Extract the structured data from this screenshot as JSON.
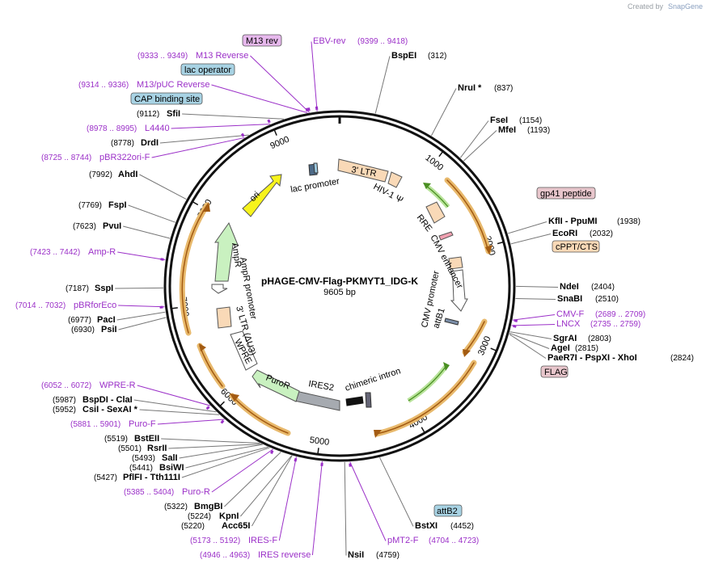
{
  "brand": {
    "created_by": "Created by",
    "name": "SnapGene"
  },
  "plasmid": {
    "name": "pHAGE-CMV-Flag-PKMYT1_IDG-K",
    "size": "9605 bp",
    "length": 9605
  },
  "colors": {
    "backbone": "#111111",
    "primer": "#9b30c8",
    "orange_arrow": "#c87f1a",
    "green_arrow": "#5aa02c"
  },
  "ticks": [
    {
      "bp": 1000,
      "label": "1000"
    },
    {
      "bp": 2000,
      "label": "2000"
    },
    {
      "bp": 3000,
      "label": "3000"
    },
    {
      "bp": 4000,
      "label": "4000"
    },
    {
      "bp": 5000,
      "label": "5000"
    },
    {
      "bp": 6000,
      "label": "6000"
    },
    {
      "bp": 7000,
      "label": "7000"
    },
    {
      "bp": 8000,
      "label": "8000"
    },
    {
      "bp": 9000,
      "label": "9000"
    }
  ],
  "enzymes": [
    {
      "bp": 312,
      "name": "BspEI",
      "pos": "(312)",
      "side": "right"
    },
    {
      "bp": 837,
      "name": "NruI *",
      "pos": "(837)",
      "side": "right"
    },
    {
      "bp": 1154,
      "name": "FseI",
      "pos": "(1154)",
      "side": "right"
    },
    {
      "bp": 1193,
      "name": "MfeI",
      "pos": "(1193)",
      "side": "right"
    },
    {
      "bp": 1938,
      "name": "KflI   - PpuMI",
      "pos": "(1938)",
      "side": "right"
    },
    {
      "bp": 2032,
      "name": "EcoRI",
      "pos": "(2032)",
      "side": "right"
    },
    {
      "bp": 2404,
      "name": "NdeI",
      "pos": "(2404)",
      "side": "right"
    },
    {
      "bp": 2510,
      "name": "SnaBI",
      "pos": "(2510)",
      "side": "right"
    },
    {
      "bp": 2803,
      "name": "SgrAI",
      "pos": "(2803)",
      "side": "right"
    },
    {
      "bp": 2815,
      "name": "AgeI",
      "pos": "(2815)",
      "side": "right"
    },
    {
      "bp": 2824,
      "name": "PaeR7I   - PspXI   - XhoI",
      "pos": "(2824)",
      "side": "right"
    },
    {
      "bp": 4452,
      "name": "BstXI",
      "pos": "(4452)",
      "side": "right"
    },
    {
      "bp": 4759,
      "name": "NsiI",
      "pos": "(4759)",
      "side": "right"
    },
    {
      "bp": 5220,
      "name": "Acc65I",
      "pos": "(5220)",
      "side": "left"
    },
    {
      "bp": 5224,
      "name": "KpnI",
      "pos": "(5224)",
      "side": "left"
    },
    {
      "bp": 5322,
      "name": "BmgBI",
      "pos": "(5322)",
      "side": "left"
    },
    {
      "bp": 5427,
      "name": "PflFI   - Tth111I",
      "pos": "(5427)",
      "side": "left"
    },
    {
      "bp": 5441,
      "name": "BsiWI",
      "pos": "(5441)",
      "side": "left"
    },
    {
      "bp": 5493,
      "name": "SalI",
      "pos": "(5493)",
      "side": "left"
    },
    {
      "bp": 5501,
      "name": "RsrII",
      "pos": "(5501)",
      "side": "left"
    },
    {
      "bp": 5519,
      "name": "BstEII",
      "pos": "(5519)",
      "side": "left"
    },
    {
      "bp": 5952,
      "name": "CsiI   - SexAI *",
      "pos": "(5952)",
      "side": "left"
    },
    {
      "bp": 5987,
      "name": "BspDI   - ClaI",
      "pos": "(5987)",
      "side": "left"
    },
    {
      "bp": 6930,
      "name": "PsiI",
      "pos": "(6930)",
      "side": "left"
    },
    {
      "bp": 6977,
      "name": "PacI",
      "pos": "(6977)",
      "side": "left"
    },
    {
      "bp": 7187,
      "name": "SspI",
      "pos": "(7187)",
      "side": "left"
    },
    {
      "bp": 7623,
      "name": "PvuI",
      "pos": "(7623)",
      "side": "left"
    },
    {
      "bp": 7769,
      "name": "FspI",
      "pos": "(7769)",
      "side": "left"
    },
    {
      "bp": 7992,
      "name": "AhdI",
      "pos": "(7992)",
      "side": "left"
    },
    {
      "bp": 8778,
      "name": "DrdI",
      "pos": "(8778)",
      "side": "left"
    },
    {
      "bp": 9112,
      "name": "SfiI",
      "pos": "(9112)",
      "side": "left"
    }
  ],
  "primers": [
    {
      "bp": 9409,
      "name": "EBV-rev",
      "pos": "(9399 .. 9418)"
    },
    {
      "bp": 9341,
      "name": "M13 Reverse",
      "pos": "(9333 .. 9349)"
    },
    {
      "bp": 9325,
      "name": "M13/pUC Reverse",
      "pos": "(9314 .. 9336)"
    },
    {
      "bp": 8986,
      "name": "L4440",
      "pos": "(8978 .. 8995)"
    },
    {
      "bp": 8734,
      "name": "pBR322ori-F",
      "pos": "(8725 .. 8744)"
    },
    {
      "bp": 7432,
      "name": "Amp-R",
      "pos": "(7423 .. 7442)"
    },
    {
      "bp": 7023,
      "name": "pBRforEco",
      "pos": "(7014 .. 7032)"
    },
    {
      "bp": 6062,
      "name": "WPRE-R",
      "pos": "(6052 .. 6072)"
    },
    {
      "bp": 5891,
      "name": "Puro-F",
      "pos": "(5881 .. 5901)"
    },
    {
      "bp": 5394,
      "name": "Puro-R",
      "pos": "(5385 .. 5404)"
    },
    {
      "bp": 5182,
      "name": "IRES-F",
      "pos": "(5173 .. 5192)"
    },
    {
      "bp": 4954,
      "name": "IRES reverse",
      "pos": "(4946 .. 4963)"
    },
    {
      "bp": 4713,
      "name": "pMT2-F",
      "pos": "(4704 .. 4723)"
    },
    {
      "bp": 2699,
      "name": "CMV-F",
      "pos": "(2689 .. 2709)"
    },
    {
      "bp": 2747,
      "name": "LNCX",
      "pos": "(2735 .. 2759)"
    }
  ],
  "boxed_labels": [
    {
      "name": "M13 rev",
      "kind": "primer_bind"
    },
    {
      "name": "lac operator",
      "kind": "protein_bind"
    },
    {
      "name": "CAP binding site",
      "kind": "protein_bind"
    },
    {
      "name": "gp41 peptide",
      "kind": "misc"
    },
    {
      "name": "cPPT/CTS",
      "kind": "misc_feature"
    },
    {
      "name": "FLAG",
      "kind": "misc"
    },
    {
      "name": "attB2",
      "kind": "protein_bind"
    }
  ],
  "features": [
    {
      "name": "3' LTR"
    },
    {
      "name": "HIV-1 Ψ"
    },
    {
      "name": "RRE"
    },
    {
      "name": "CMV enhancer"
    },
    {
      "name": "CMV promoter"
    },
    {
      "name": "attB1"
    },
    {
      "name": "chimeric intron"
    },
    {
      "name": "IRES2"
    },
    {
      "name": "PuroR"
    },
    {
      "name": "WPRE"
    },
    {
      "name": "3' LTR (ΔU3)"
    },
    {
      "name": "AmpR promoter"
    },
    {
      "name": "AmpR"
    },
    {
      "name": "ori"
    },
    {
      "name": "lac promoter"
    }
  ]
}
